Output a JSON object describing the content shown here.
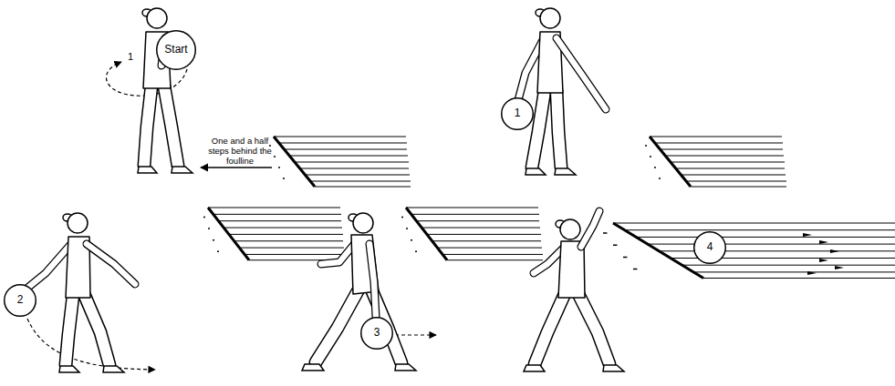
{
  "diagram": {
    "nodes": [
      {
        "text": [
          "Start"
        ]
      },
      {
        "text": [
          "1"
        ]
      },
      {
        "text": [
          "2"
        ]
      },
      {
        "text": [
          "3"
        ]
      },
      {
        "text": [
          "4"
        ]
      }
    ],
    "labels": [
      "1",
      "One and a half steps behind the foulline"
    ]
  }
}
